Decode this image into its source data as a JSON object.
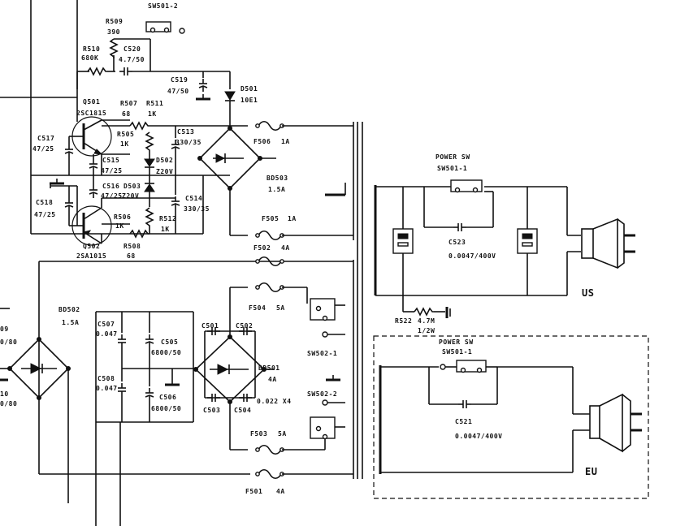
{
  "labels": {
    "sw501_2": "SW501-2",
    "r509": "R509",
    "r509_val": "390",
    "r510": "R510",
    "r510_val": "680K",
    "c520": "C520",
    "c520_val": "4.7/50",
    "c519": "C519",
    "c519_val": "47/50",
    "d501": "D501",
    "d501_val": "10E1",
    "q501": "Q501",
    "q501_val": "2SC1815",
    "r507": "R507",
    "r507_val": "68",
    "r511": "R511",
    "r511_val": "1K",
    "c517": "C517",
    "c517_val": "47/25",
    "r505": "R505",
    "r505_val": "1K",
    "c515": "C515",
    "c515_val": "47/25",
    "d502": "D502",
    "d502_val": "Z20V",
    "c513": "C513",
    "c513_val": "330/35",
    "f506": "F506",
    "f506_val": "1A",
    "bd503": "BD503",
    "bd503_val": "1.5A",
    "c518": "C518",
    "c518_val": "47/25",
    "c516": "C516",
    "c516_val": "47/25",
    "d503": "D503",
    "d503_val": "Z20V",
    "c514": "C514",
    "c514_val": "330/35",
    "r506": "R506",
    "r506_val": "1K",
    "r512": "R512",
    "r512_val": "1K",
    "f505": "F505",
    "f505_val": "1A",
    "q502": "Q502",
    "q502_val": "2SA1015",
    "r508": "R508",
    "r508_val": "68",
    "f502": "F502",
    "f502_val": "4A",
    "power_sw_us": "POWER SW",
    "sw501_1_us": "SW501-1",
    "c523": "C523",
    "c523_val": "0.0047/400V",
    "us": "US",
    "r522": "R522",
    "r522_val": "4.7M",
    "r522_w": "1/2W",
    "power_sw_eu": "POWER SW",
    "sw501_1_eu": "SW501-1",
    "c521": "C521",
    "c521_val": "0.0047/400V",
    "eu": "EU",
    "r509_left": "09",
    "r509_left_val": "0/80",
    "bd502": "BD502",
    "bd502_val": "1.5A",
    "c507": "C507",
    "c507_val": "0.047",
    "c505": "C505",
    "c505_val": "6800/50",
    "c501": "C501",
    "c502": "C502",
    "f504": "F504",
    "f504_val": "5A",
    "sw502_1": "SW502-1",
    "c508": "C508",
    "c508_val": "0.047",
    "c506": "C506",
    "c506_val": "6800/50",
    "bd501": "BD501",
    "bd501_val": "4A",
    "c503": "C503",
    "c504": "C504",
    "c501_504_val": "0.022 X4",
    "sw502_2": "SW502-2",
    "f503": "F503",
    "f503_val": "5A",
    "f501": "F501",
    "f501_val": "4A",
    "left_frag_1": "10",
    "left_frag_2": "0/80"
  }
}
